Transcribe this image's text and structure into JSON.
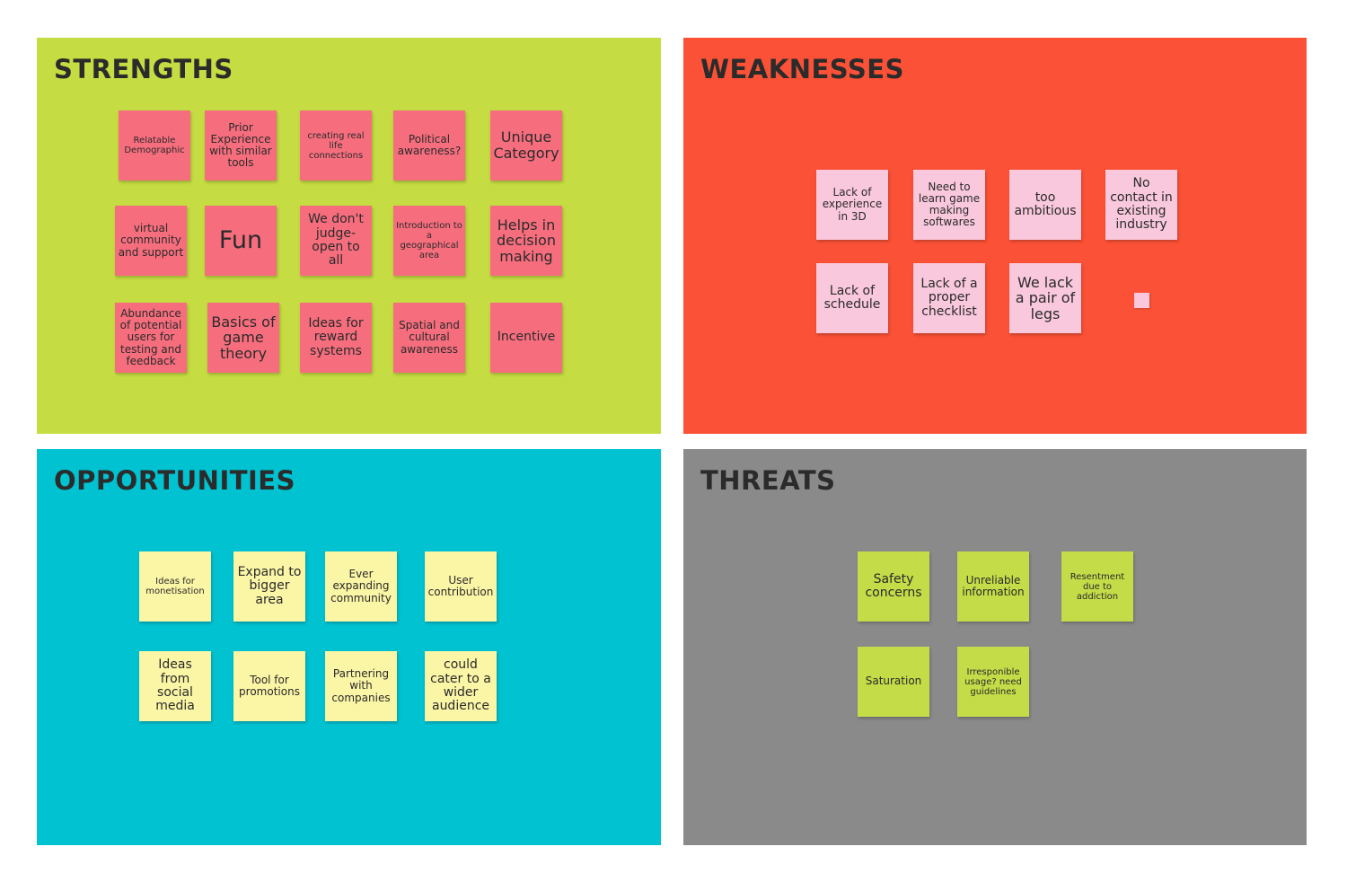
{
  "colors": {
    "strengths_bg": "#c5dd42",
    "weaknesses_bg": "#fb5136",
    "opportunities_bg": "#00c2d0",
    "threats_bg": "#8a8a8a",
    "strengths_note": "#f66e7e",
    "weaknesses_note": "#f9c8dc",
    "opportunities_note": "#fbf5a6",
    "threats_note": "#c4dc48"
  },
  "strengths": {
    "title": "STRENGTHS",
    "notes": [
      "Relatable Demographic",
      "Prior Experience with similar tools",
      "creating real life connections",
      "Political awareness?",
      "Unique Category",
      "virtual community and support",
      "Fun",
      "We don't judge- open to all",
      "Introduction to a geographical area",
      "Helps in decision making",
      "Abundance of potential users for testing and feedback",
      "Basics of game theory",
      "Ideas for reward systems",
      "Spatial and cultural awareness",
      "Incentive"
    ]
  },
  "weaknesses": {
    "title": "WEAKNESSES",
    "notes": [
      "Lack of experience in 3D",
      "Need to learn game making softwares",
      "too ambitious",
      "No contact in existing industry",
      "Lack of schedule",
      "Lack of a proper checklist",
      "We lack a pair of legs"
    ]
  },
  "opportunities": {
    "title": "OPPORTUNITIES",
    "notes": [
      "Ideas for monetisation",
      "Expand to bigger area",
      "Ever expanding community",
      "User contribution",
      "Ideas from social media",
      "Tool for promotions",
      "Partnering with companies",
      "could cater to a wider audience"
    ]
  },
  "threats": {
    "title": "THREATS",
    "notes": [
      "Safety concerns",
      "Unreliable information",
      "Resentment due to addiction",
      "Saturation",
      "Irresponible usage? need guidelines"
    ]
  }
}
